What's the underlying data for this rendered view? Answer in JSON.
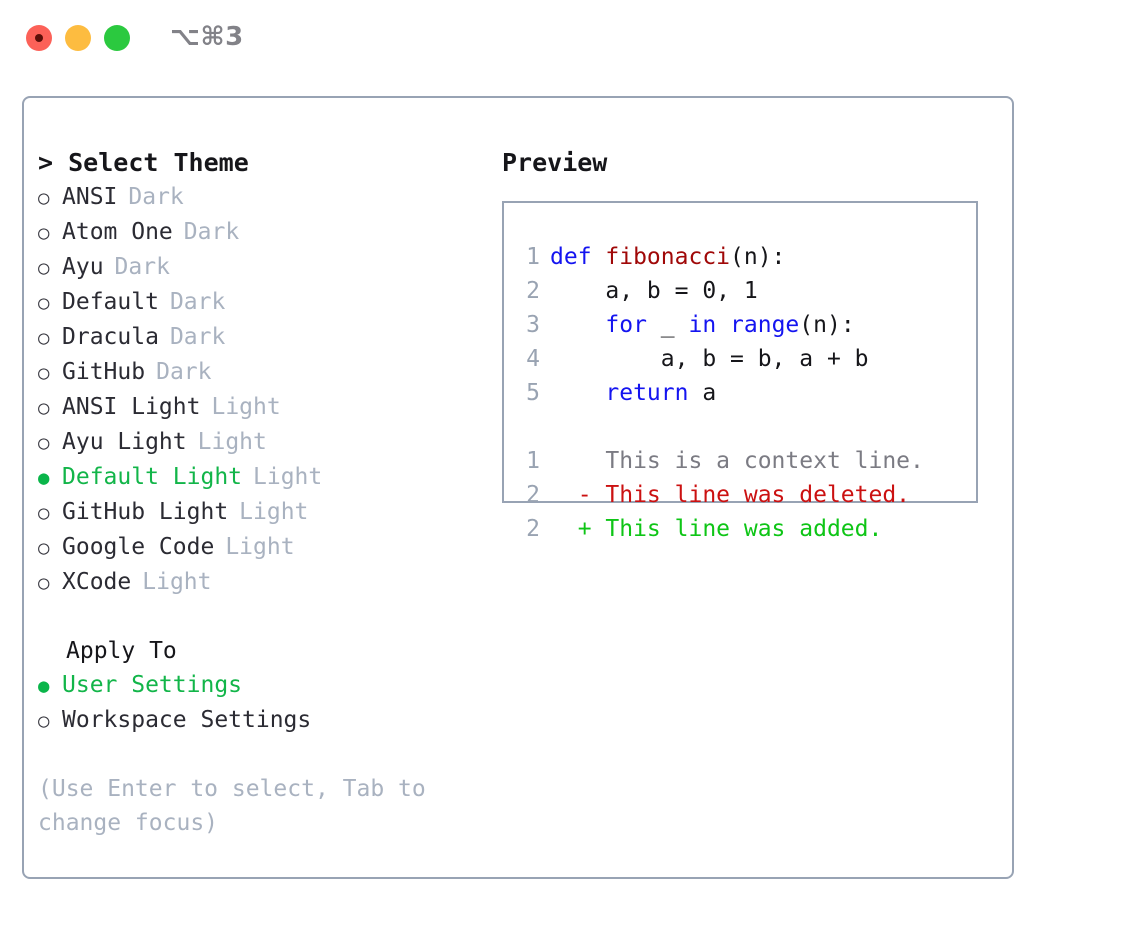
{
  "window": {
    "title": "⌥⌘3",
    "traffic_lights": [
      {
        "name": "close",
        "color": "#fc6158"
      },
      {
        "name": "minimize",
        "color": "#fdbc40"
      },
      {
        "name": "zoom",
        "color": "#2bc93f"
      }
    ]
  },
  "theme_list": {
    "caret": ">",
    "header": "Select Theme",
    "bullet_selected": "●",
    "bullet_unselected": "○",
    "items": [
      {
        "label": "ANSI",
        "tag": "Dark",
        "selected": false
      },
      {
        "label": "Atom One",
        "tag": "Dark",
        "selected": false
      },
      {
        "label": "Ayu",
        "tag": "Dark",
        "selected": false
      },
      {
        "label": "Default",
        "tag": "Dark",
        "selected": false
      },
      {
        "label": "Dracula",
        "tag": "Dark",
        "selected": false
      },
      {
        "label": "GitHub",
        "tag": "Dark",
        "selected": false
      },
      {
        "label": "ANSI Light",
        "tag": "Light",
        "selected": false
      },
      {
        "label": "Ayu Light",
        "tag": "Light",
        "selected": false
      },
      {
        "label": "Default Light",
        "tag": "Light",
        "selected": true
      },
      {
        "label": "GitHub Light",
        "tag": "Light",
        "selected": false
      },
      {
        "label": "Google Code",
        "tag": "Light",
        "selected": false
      },
      {
        "label": "XCode",
        "tag": "Light",
        "selected": false
      }
    ]
  },
  "apply_to": {
    "header": "Apply To",
    "items": [
      {
        "label": "User Settings",
        "selected": true
      },
      {
        "label": "Workspace Settings",
        "selected": false
      }
    ]
  },
  "hint": "(Use Enter to select, Tab to change focus)",
  "preview": {
    "title": "Preview",
    "code_lines": [
      {
        "number": "1",
        "tokens": [
          {
            "text": "def ",
            "type": "keyword"
          },
          {
            "text": "fibonacci",
            "type": "function"
          },
          {
            "text": "(n):",
            "type": "plain"
          }
        ]
      },
      {
        "number": "2",
        "tokens": [
          {
            "text": "    a, b = 0, 1",
            "type": "plain"
          }
        ]
      },
      {
        "number": "3",
        "tokens": [
          {
            "text": "    ",
            "type": "plain"
          },
          {
            "text": "for",
            "type": "keyword"
          },
          {
            "text": " _ ",
            "type": "plain"
          },
          {
            "text": "in",
            "type": "keyword"
          },
          {
            "text": " ",
            "type": "plain"
          },
          {
            "text": "range",
            "type": "builtin"
          },
          {
            "text": "(n):",
            "type": "plain"
          }
        ]
      },
      {
        "number": "4",
        "tokens": [
          {
            "text": "        a, b = b, a + b",
            "type": "plain"
          }
        ]
      },
      {
        "number": "5",
        "tokens": [
          {
            "text": "    ",
            "type": "plain"
          },
          {
            "text": "return",
            "type": "keyword"
          },
          {
            "text": " a",
            "type": "plain"
          }
        ]
      }
    ],
    "diff_lines": [
      {
        "number": "1",
        "marker": " ",
        "text": "This is a context line.",
        "type": "context"
      },
      {
        "number": "2",
        "marker": "-",
        "text": "This line was deleted.",
        "type": "deleted"
      },
      {
        "number": "2",
        "marker": "+",
        "text": "This line was added.",
        "type": "added"
      }
    ]
  },
  "colors": {
    "accent_green": "#12b549",
    "border": "#98a3b4",
    "tag_gray": "#a9b2c0",
    "line_number": "#99a3b2",
    "keyword_blue": "#1414f0",
    "function_red": "#a00808",
    "diff_deleted": "#cb1111",
    "diff_added": "#0ec516",
    "diff_context": "#7b7b83"
  }
}
